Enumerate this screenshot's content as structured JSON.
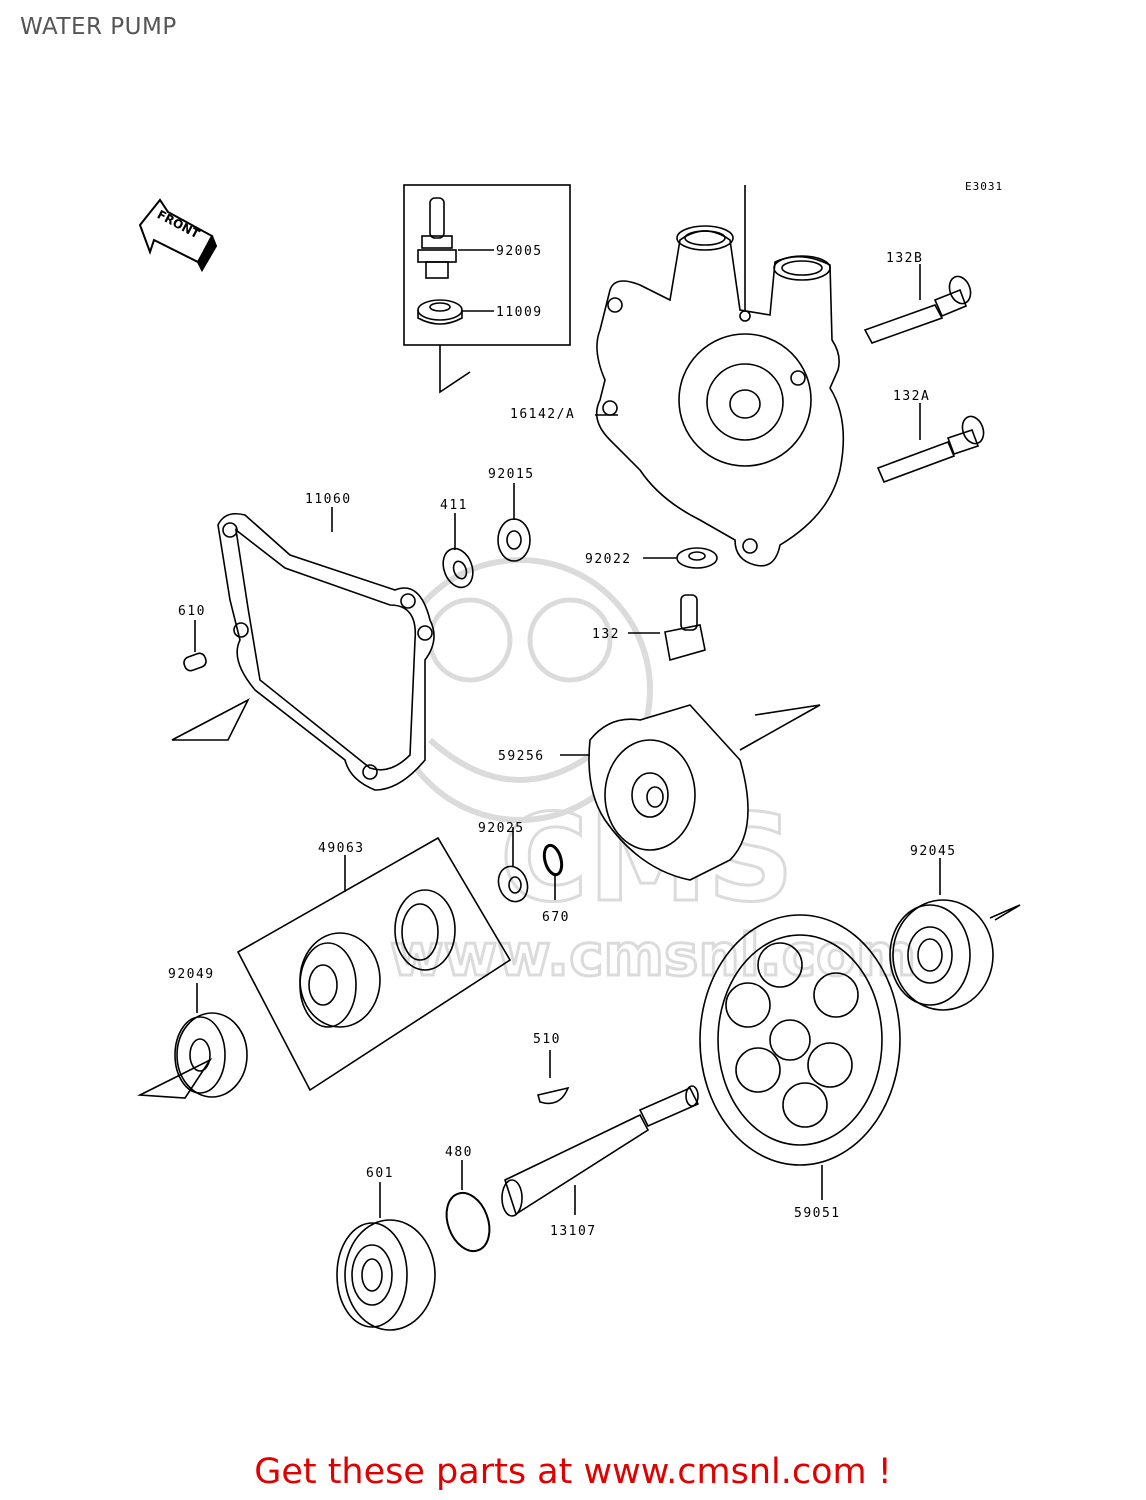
{
  "title": "WATER PUMP",
  "diagram_code": "E3031",
  "front_label": "FRONT",
  "watermark": {
    "logo": "CMS",
    "url": "www.cmsnl.com"
  },
  "footer_text": "Get these parts at www.cmsnl.com !",
  "parts": [
    {
      "id": "92005"
    },
    {
      "id": "11009"
    },
    {
      "id": "132B"
    },
    {
      "id": "132A"
    },
    {
      "id": "16142/A"
    },
    {
      "id": "92015"
    },
    {
      "id": "411"
    },
    {
      "id": "11060"
    },
    {
      "id": "92022"
    },
    {
      "id": "610"
    },
    {
      "id": "132"
    },
    {
      "id": "59256"
    },
    {
      "id": "92025"
    },
    {
      "id": "49063"
    },
    {
      "id": "92045"
    },
    {
      "id": "670"
    },
    {
      "id": "92049"
    },
    {
      "id": "510"
    },
    {
      "id": "480"
    },
    {
      "id": "601"
    },
    {
      "id": "13107"
    },
    {
      "id": "59051"
    }
  ]
}
